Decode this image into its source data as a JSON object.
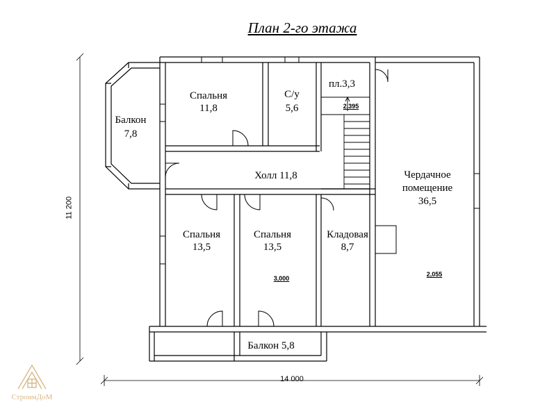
{
  "title": "План 2-го этажа",
  "rooms": {
    "balcony_left": {
      "name": "Балкон",
      "area": "7,8"
    },
    "bedroom_top": {
      "name": "Спальня",
      "area": "11,8"
    },
    "bathroom": {
      "name": "С/у",
      "area": "5,6"
    },
    "landing": {
      "name": "пл.3,3"
    },
    "hall": {
      "name": "Холл 11,8"
    },
    "attic": {
      "name1": "Чердачное",
      "name2": "помещение",
      "area": "36,5"
    },
    "bedroom_left": {
      "name": "Спальня",
      "area": "13,5"
    },
    "bedroom_mid": {
      "name": "Спальня",
      "area": "13,5"
    },
    "storage": {
      "name": "Кладовая",
      "area": "8,7"
    },
    "balcony_bottom": {
      "name": "Балкон 5,8"
    }
  },
  "elevations": {
    "landing": "2,395",
    "bedroom_mid": "3,000",
    "attic": "2,055"
  },
  "dimensions": {
    "width": "14 000",
    "height": "11 200"
  },
  "watermark": "СтроимДоМ",
  "colors": {
    "line": "#000000",
    "watermark": "#d8b98a"
  }
}
